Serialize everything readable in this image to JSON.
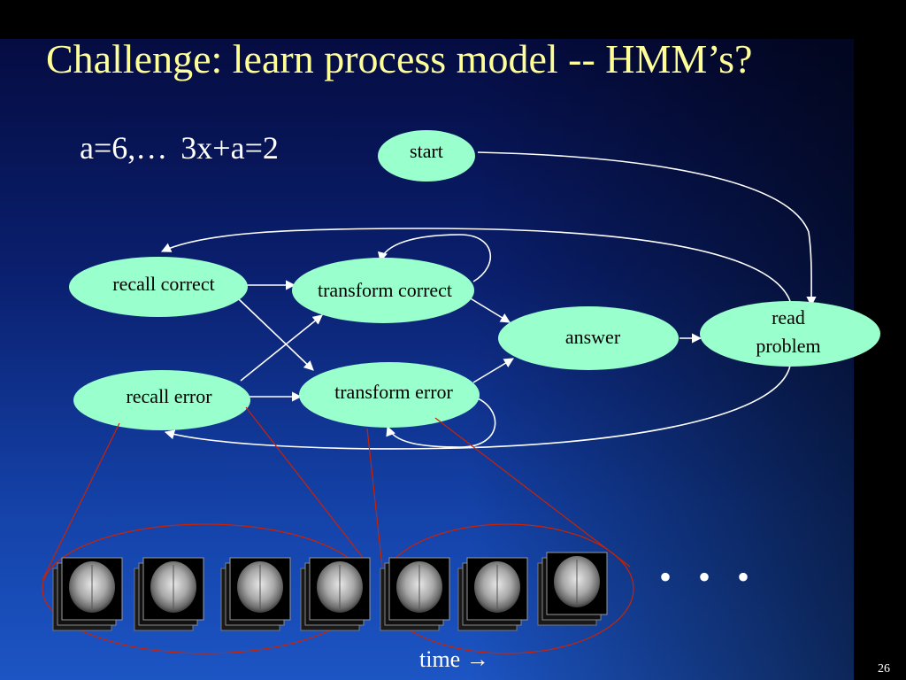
{
  "slide": {
    "title": "Challenge: learn process model -- HMM’s?",
    "equation": "a=6,…  3x+a=2",
    "ellipsis": "• • •",
    "time_label": "time →",
    "page_number": "26"
  },
  "diagram": {
    "nodes": [
      {
        "id": "start",
        "lines": [
          "start"
        ]
      },
      {
        "id": "recall-correct",
        "lines": [
          "recall correct"
        ]
      },
      {
        "id": "transform-correct",
        "lines": [
          "transform correct"
        ]
      },
      {
        "id": "answer",
        "lines": [
          "answer"
        ]
      },
      {
        "id": "read-problem",
        "lines": [
          "read",
          "problem"
        ]
      },
      {
        "id": "recall-error",
        "lines": [
          "recall error"
        ]
      },
      {
        "id": "transform-error",
        "lines": [
          "transform error"
        ]
      }
    ],
    "edges": [
      {
        "from": "start",
        "to": "read-problem"
      },
      {
        "from": "read-problem",
        "to": "recall-correct"
      },
      {
        "from": "read-problem",
        "to": "recall-error"
      },
      {
        "from": "recall-correct",
        "to": "transform-correct"
      },
      {
        "from": "recall-correct",
        "to": "transform-error"
      },
      {
        "from": "recall-error",
        "to": "transform-correct"
      },
      {
        "from": "recall-error",
        "to": "transform-error"
      },
      {
        "from": "transform-correct",
        "to": "transform-correct"
      },
      {
        "from": "transform-error",
        "to": "transform-error"
      },
      {
        "from": "transform-correct",
        "to": "answer"
      },
      {
        "from": "transform-error",
        "to": "answer"
      },
      {
        "from": "answer",
        "to": "read-problem"
      }
    ],
    "colors": {
      "node_fill": "#99ffcc",
      "edge": "#ffffff",
      "emission_lines": "#cc2200",
      "title": "#ffff99"
    }
  },
  "brain_scans": {
    "count": 7,
    "groups": [
      {
        "state": "recall-error",
        "scan_count": 4
      },
      {
        "state": "transform-error",
        "scan_count": 3
      }
    ]
  }
}
